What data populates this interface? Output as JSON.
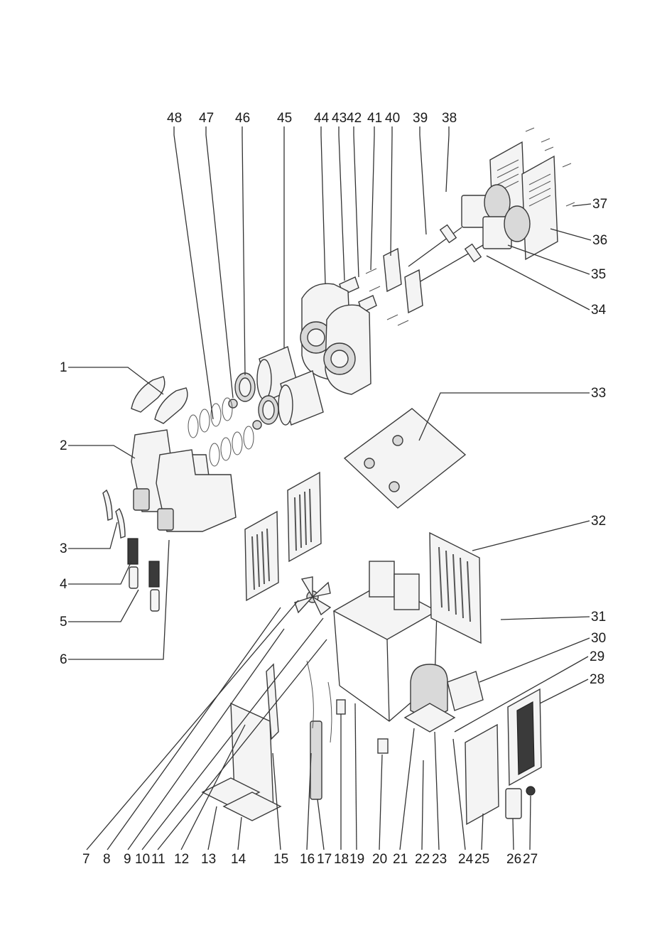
{
  "diagram": {
    "labels": [
      "1",
      "2",
      "3",
      "4",
      "5",
      "6",
      "7",
      "8",
      "9",
      "10",
      "11",
      "12",
      "13",
      "14",
      "15",
      "16",
      "17",
      "18",
      "19",
      "20",
      "21",
      "22",
      "23",
      "24",
      "25",
      "26",
      "27",
      "28",
      "29",
      "30",
      "31",
      "32",
      "33",
      "34",
      "35",
      "36",
      "37",
      "38",
      "39",
      "40",
      "41",
      "42",
      "43",
      "44",
      "45",
      "46",
      "47",
      "48"
    ]
  },
  "colors": {
    "line": "#333333",
    "fill": "#f4f4f4",
    "dark": "#3a3a3a"
  }
}
